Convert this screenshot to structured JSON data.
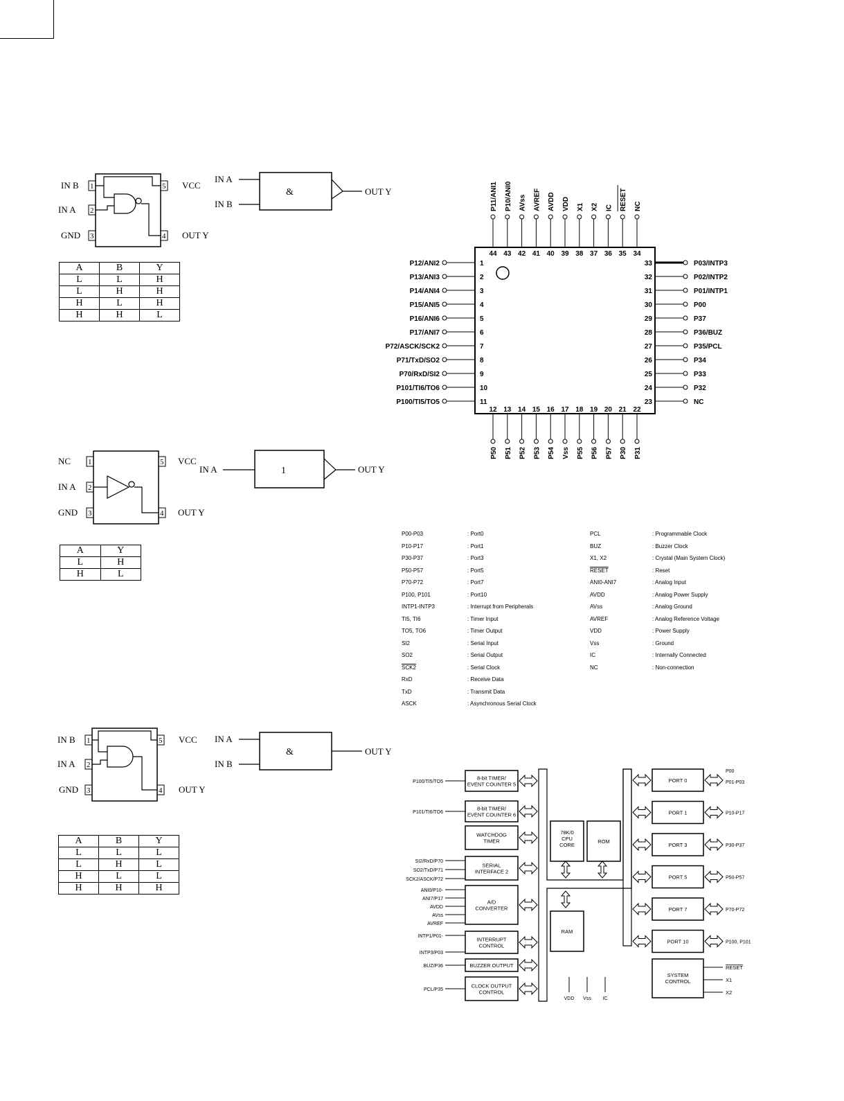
{
  "corner_box": "",
  "gate1": {
    "pins": {
      "p1": "IN B",
      "p2": "IN A",
      "p3": "GND",
      "p5": "VCC",
      "p4": "OUT Y"
    },
    "pin_numbers": [
      "1",
      "2",
      "3",
      "4",
      "5"
    ],
    "block": {
      "in_a": "IN A",
      "in_b": "IN B",
      "symbol": "&",
      "out": "OUT Y"
    },
    "truth_header": [
      "A",
      "B",
      "Y"
    ],
    "truth_rows": [
      [
        "L",
        "L",
        "H"
      ],
      [
        "L",
        "H",
        "H"
      ],
      [
        "H",
        "L",
        "H"
      ],
      [
        "H",
        "H",
        "L"
      ]
    ]
  },
  "gate2": {
    "pins": {
      "p1": "NC",
      "p2": "IN A",
      "p3": "GND",
      "p5": "VCC",
      "p4": "OUT Y"
    },
    "pin_numbers": [
      "1",
      "2",
      "3",
      "4",
      "5"
    ],
    "block": {
      "in_a": "IN A",
      "symbol": "1",
      "out": "OUT Y"
    },
    "truth_header": [
      "A",
      "Y"
    ],
    "truth_rows": [
      [
        "L",
        "H"
      ],
      [
        "H",
        "L"
      ]
    ]
  },
  "gate3": {
    "pins": {
      "p1": "IN B",
      "p2": "IN A",
      "p3": "GND",
      "p5": "VCC",
      "p4": "OUT Y"
    },
    "pin_numbers": [
      "1",
      "2",
      "3",
      "4",
      "5"
    ],
    "block": {
      "in_a": "IN A",
      "in_b": "IN B",
      "symbol": "&",
      "out": "OUT Y"
    },
    "truth_header": [
      "A",
      "B",
      "Y"
    ],
    "truth_rows": [
      [
        "L",
        "L",
        "L"
      ],
      [
        "L",
        "H",
        "L"
      ],
      [
        "H",
        "L",
        "L"
      ],
      [
        "H",
        "H",
        "H"
      ]
    ]
  },
  "ic_pinout": {
    "top": [
      [
        "44",
        "P11/ANI1"
      ],
      [
        "43",
        "P10/ANI0"
      ],
      [
        "42",
        "AVss"
      ],
      [
        "41",
        "AVREF"
      ],
      [
        "40",
        "AVDD"
      ],
      [
        "39",
        "VDD"
      ],
      [
        "38",
        "X1"
      ],
      [
        "37",
        "X2"
      ],
      [
        "36",
        "IC"
      ],
      [
        "35",
        "RESET"
      ],
      [
        "34",
        "NC"
      ]
    ],
    "left": [
      [
        "1",
        "P12/ANI2"
      ],
      [
        "2",
        "P13/ANI3"
      ],
      [
        "3",
        "P14/ANI4"
      ],
      [
        "4",
        "P15/ANI5"
      ],
      [
        "5",
        "P16/ANI6"
      ],
      [
        "6",
        "P17/ANI7"
      ],
      [
        "7",
        "P72/ASCK/SCK2"
      ],
      [
        "8",
        "P71/TxD/SO2"
      ],
      [
        "9",
        "P70/RxD/SI2"
      ],
      [
        "10",
        "P101/TI6/TO6"
      ],
      [
        "11",
        "P100/TI5/TO5"
      ]
    ],
    "bottom": [
      [
        "12",
        "P50"
      ],
      [
        "13",
        "P51"
      ],
      [
        "14",
        "P52"
      ],
      [
        "15",
        "P53"
      ],
      [
        "16",
        "P54"
      ],
      [
        "17",
        "Vss"
      ],
      [
        "18",
        "P55"
      ],
      [
        "19",
        "P56"
      ],
      [
        "20",
        "P57"
      ],
      [
        "21",
        "P30"
      ],
      [
        "22",
        "P31"
      ]
    ],
    "right": [
      [
        "33",
        "P03/INTP3"
      ],
      [
        "32",
        "P02/INTP2"
      ],
      [
        "31",
        "P01/INTP1"
      ],
      [
        "30",
        "P00"
      ],
      [
        "29",
        "P37"
      ],
      [
        "28",
        "P36/BUZ"
      ],
      [
        "27",
        "P35/PCL"
      ],
      [
        "26",
        "P34"
      ],
      [
        "25",
        "P33"
      ],
      [
        "24",
        "P32"
      ],
      [
        "23",
        "NC"
      ]
    ]
  },
  "pin_legend_left": [
    [
      "P00-P03",
      ": Port0"
    ],
    [
      "P10-P17",
      ": Port1"
    ],
    [
      "P30-P37",
      ": Port3"
    ],
    [
      "P50-P57",
      ": Port5"
    ],
    [
      "P70-P72",
      ": Port7"
    ],
    [
      "P100, P101",
      ": Port10"
    ],
    [
      "INTP1-INTP3",
      ": Interrupt from Peripherals"
    ],
    [
      "TI5, TI6",
      ": Timer Input"
    ],
    [
      "TO5, TO6",
      ": Timer Output"
    ],
    [
      "SI2",
      ": Serial Input"
    ],
    [
      "SO2",
      ": Serial Output"
    ],
    [
      "SCK2",
      ": Serial Clock"
    ],
    [
      "RxD",
      ": Receive Data"
    ],
    [
      "TxD",
      ": Transmit Data"
    ],
    [
      "ASCK",
      ": Asynchronous Serial Clock"
    ]
  ],
  "pin_legend_right": [
    [
      "PCL",
      ": Programmable Clock"
    ],
    [
      "BUZ",
      ": Buzzer Clock"
    ],
    [
      "X1, X2",
      ": Crystal (Main System Clock)"
    ],
    [
      "RESET",
      ": Reset"
    ],
    [
      "ANI0-ANI7",
      ": Analog Input"
    ],
    [
      "AVDD",
      ": Analog Power Supply"
    ],
    [
      "AVss",
      ": Analog Ground"
    ],
    [
      "AVREF",
      ": Analog Reference Voltage"
    ],
    [
      "VDD",
      ": Power Supply"
    ],
    [
      "Vss",
      ": Ground"
    ],
    [
      "IC",
      ": Internally Connected"
    ],
    [
      "NC",
      ": Non-connection"
    ]
  ],
  "block_diagram": {
    "left_blocks": [
      {
        "label": [
          "8-bit TIMER/",
          "EVENT COUNTER 5"
        ],
        "signals": [
          "P100/TI5/TO5"
        ]
      },
      {
        "label": [
          "8-bit TIMER/",
          "EVENT COUNTER 6"
        ],
        "signals": [
          "P101/TI6/TO6"
        ]
      },
      {
        "label": [
          "WATCHDOG",
          "TIMER"
        ],
        "signals": []
      },
      {
        "label": [
          "SERIAL",
          "INTERFACE 2"
        ],
        "signals": [
          "SI2/RxD/P70",
          "SO2/TxD/P71",
          "SCK2/ASCK/P72"
        ]
      },
      {
        "label": [
          "A/D",
          "CONVERTER"
        ],
        "signals": [
          "ANI0/P10-",
          "ANI7/P17",
          "AVDD",
          "AVss",
          "AVREF"
        ]
      },
      {
        "label": [
          "INTERRUPT",
          "CONTROL"
        ],
        "signals": [
          "INTP1/P01-",
          "INTP3/P03"
        ]
      },
      {
        "label": [
          "BUZZER OUTPUT"
        ],
        "signals": [
          "BUZ/P36"
        ]
      },
      {
        "label": [
          "CLOCK OUTPUT",
          "CONTROL"
        ],
        "signals": [
          "PCL/P35"
        ]
      }
    ],
    "cpu": [
      "78K/0",
      "CPU",
      "CORE"
    ],
    "rom": "ROM",
    "ram": "RAM",
    "power": [
      "VDD",
      "Vss",
      "IC"
    ],
    "ports": [
      {
        "label": "PORT 0",
        "signals": [
          "P00",
          "P01-P03"
        ]
      },
      {
        "label": "PORT 1",
        "signals": [
          "P10-P17"
        ]
      },
      {
        "label": "PORT 3",
        "signals": [
          "P30-P37"
        ]
      },
      {
        "label": "PORT 5",
        "signals": [
          "P50-P57"
        ]
      },
      {
        "label": "PORT 7",
        "signals": [
          "P70-P72"
        ]
      },
      {
        "label": "PORT 10",
        "signals": [
          "P100, P101"
        ]
      }
    ],
    "system": {
      "label": [
        "SYSTEM",
        "CONTROL"
      ],
      "signals": [
        "RESET",
        "X1",
        "X2"
      ]
    }
  }
}
